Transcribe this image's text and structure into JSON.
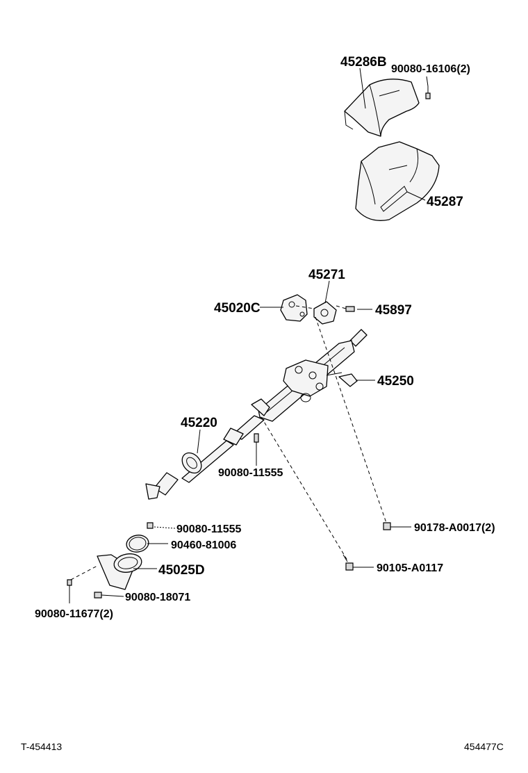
{
  "diagram": {
    "part_labels": {
      "p45286B": "45286B",
      "p90080_16106": "90080-16106(2)",
      "p45287": "45287",
      "p45271": "45271",
      "p45020C": "45020C",
      "p45897": "45897",
      "p45250": "45250",
      "p45220": "45220",
      "p90080_11555_a": "90080-11555",
      "p90080_11555_b": "90080-11555",
      "p90460_81006": "90460-81006",
      "p45025D": "45025D",
      "p90080_18071": "90080-18071",
      "p90080_11677": "90080-11677(2)",
      "p90178_A0017": "90178-A0017(2)",
      "p90105_A0117": "90105-A0117"
    },
    "footer": {
      "left_code": "T-454413",
      "right_code": "454477C"
    }
  }
}
